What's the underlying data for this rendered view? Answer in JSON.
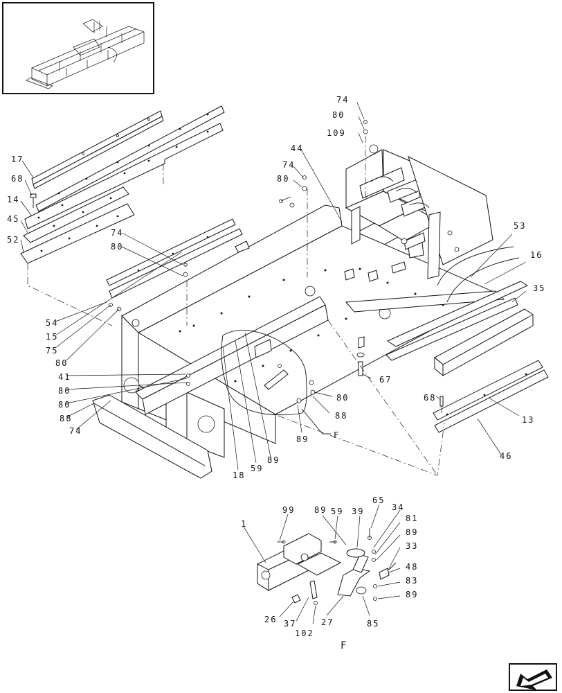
{
  "diagram": {
    "section_label": "F",
    "detail_label": "F",
    "callouts_main": {
      "c17": "17",
      "c68a": "68",
      "c14": "14",
      "c45": "45",
      "c52": "52",
      "c74a": "74",
      "c80a": "80",
      "c109": "109",
      "c44": "44",
      "c74b": "74",
      "c80b": "80",
      "c74c": "74",
      "c80c": "80",
      "c53": "53",
      "c16": "16",
      "c35": "35",
      "c54": "54",
      "c15": "15",
      "c75": "75",
      "c80d": "80",
      "c41": "41",
      "c80e": "80",
      "c80f": "80",
      "c88a": "88",
      "c74d": "74",
      "c67": "67",
      "c80g": "80",
      "c88b": "88",
      "c89a": "89",
      "c68b": "68",
      "c13": "13",
      "c46": "46",
      "c18": "18",
      "c59a": "59",
      "c89b": "89"
    },
    "callouts_detail": {
      "c99": "99",
      "c89c": "89",
      "c59b": "59",
      "c39": "39",
      "c65": "65",
      "c34": "34",
      "c81": "81",
      "c89d": "89",
      "c33": "33",
      "c1": "1",
      "c48": "48",
      "c83": "83",
      "c89e": "89",
      "c26": "26",
      "c37": "37",
      "c102": "102",
      "c27": "27",
      "c85": "85"
    }
  }
}
